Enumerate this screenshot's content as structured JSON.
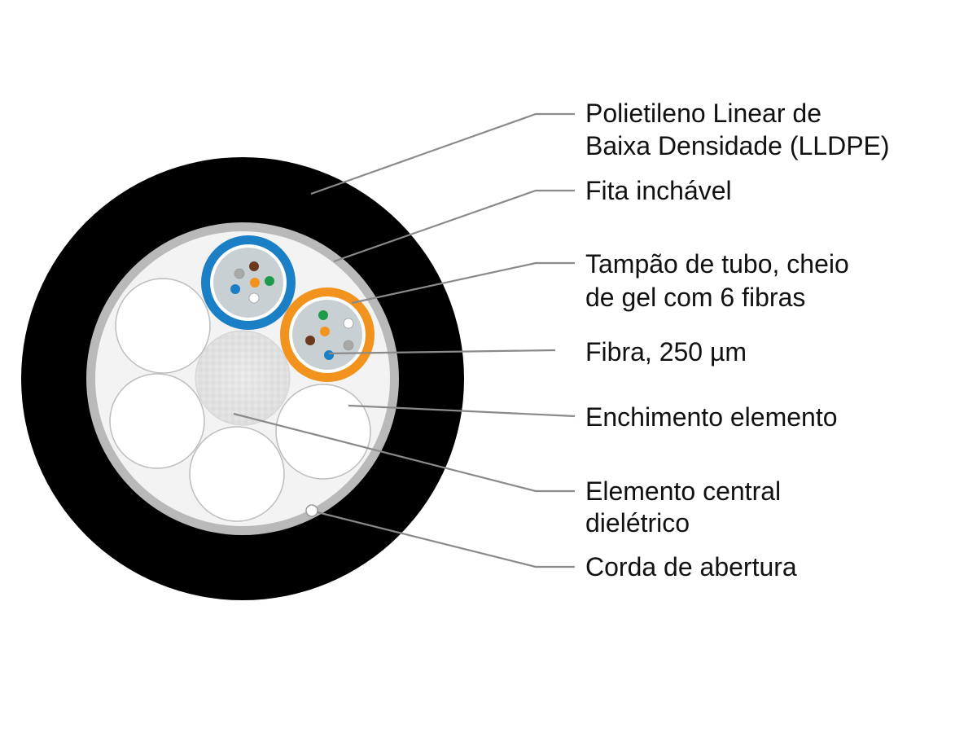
{
  "labels": {
    "jacket": {
      "line1": "Polietileno Linear de",
      "line2": "Baixa Densidade (LLDPE)"
    },
    "swell_tape": {
      "line1": "Fita inchável"
    },
    "loose_tube": {
      "line1": "Tampão de tubo, cheio",
      "line2": "de gel com 6 fibras"
    },
    "fiber": {
      "line1": "Fibra, 250 µm"
    },
    "filler": {
      "line1": "Enchimento elemento"
    },
    "central_member": {
      "line1": "Elemento central",
      "line2": "dielétrico"
    },
    "ripcord": {
      "line1": "Corda de abertura"
    }
  },
  "colors": {
    "jacket": "#000000",
    "tape": "#b9b9b9",
    "core_fill": "#f3f3f3",
    "tube_blue": "#1a7fc4",
    "tube_orange": "#f2931e",
    "tube_inner": "#c8d0d3",
    "leader_line": "#8a8a8a",
    "text": "#111111"
  },
  "fibers": {
    "blue_tube": [
      "brown",
      "gray",
      "orange",
      "green",
      "blue",
      "white"
    ],
    "orange_tube": [
      "green",
      "white",
      "orange",
      "brown",
      "gray",
      "blue"
    ]
  },
  "fiber_colors": {
    "brown": "#6b3a1e",
    "gray": "#a8a8a8",
    "orange": "#f2931e",
    "green": "#1d9a4a",
    "blue": "#1a7fc4",
    "white": "#ffffff"
  }
}
